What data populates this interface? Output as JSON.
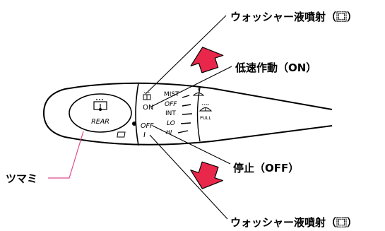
{
  "callouts": {
    "washer_top": "ウォッシャー液噴射（⿴）",
    "low_speed_on": "低速作動（ON）",
    "stop_off": "停止（OFF）",
    "washer_bottom": "ウォッシャー液噴射（⿴）",
    "knob": "ツマミ"
  },
  "lever": {
    "knob_label": "REAR",
    "rear_positions": [
      "ON",
      "OFF"
    ],
    "front_positions": [
      "MIST",
      "OFF",
      "INT",
      "LO",
      "HI"
    ],
    "pull_label": "PULL"
  },
  "colors": {
    "callout_line": "#000000",
    "knob_leader": "#e04a8a",
    "arrow_fill": "#e8274b"
  },
  "icons": [
    "rear-washer-icon",
    "front-washer-icon",
    "mist-wiper-icon",
    "arrow-up-icon",
    "arrow-down-icon"
  ]
}
